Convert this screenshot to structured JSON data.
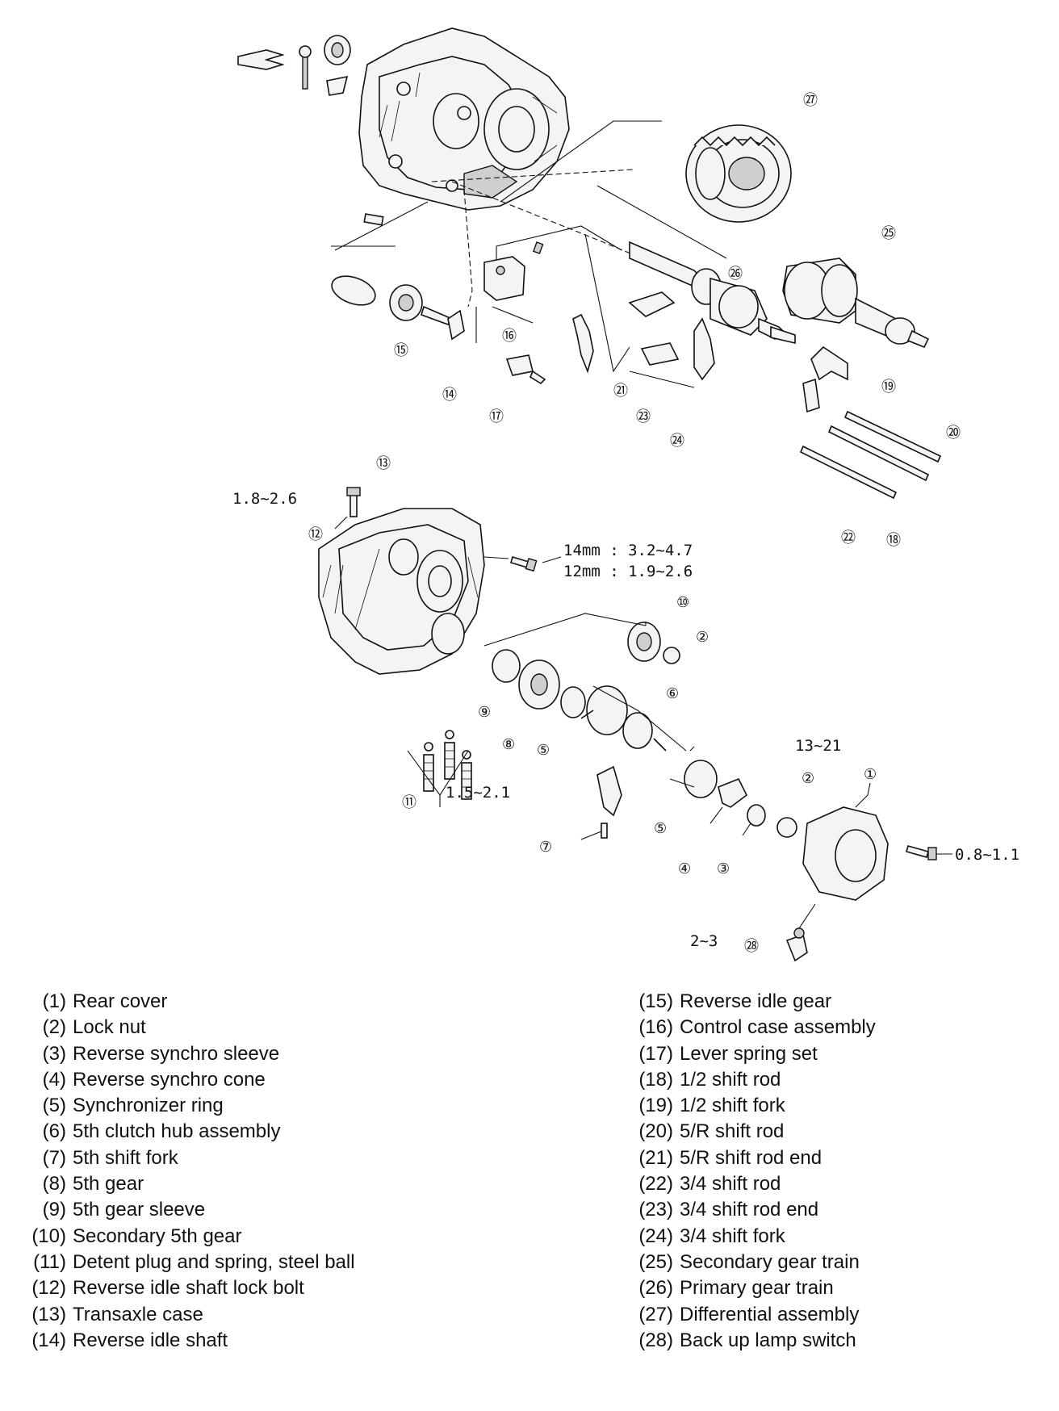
{
  "callouts": {
    "c1": "①",
    "c2a": "②",
    "c2b": "②",
    "c3": "③",
    "c4": "④",
    "c5a": "⑤",
    "c5b": "⑤",
    "c6": "⑥",
    "c7": "⑦",
    "c8": "⑧",
    "c9": "⑨",
    "c10": "⑩",
    "c11": "⑪",
    "c12": "⑫",
    "c13": "⑬",
    "c14": "⑭",
    "c15": "⑮",
    "c16": "⑯",
    "c17": "⑰",
    "c18": "⑱",
    "c19": "⑲",
    "c20": "⑳",
    "c21": "㉑",
    "c22": "㉒",
    "c23": "㉓",
    "c24": "㉔",
    "c25": "㉕",
    "c26": "㉖",
    "c27": "㉗",
    "c28": "㉘"
  },
  "torque": {
    "bolt12": "1.8~2.6",
    "case14": "14mm : 3.2~4.7",
    "case12": "12mm : 1.9~2.6",
    "detent": "1.5~2.1",
    "hub": "13~21",
    "cover": "0.8~1.1",
    "switch": "2~3"
  },
  "legend": {
    "left": [
      {
        "num": "(1)",
        "label": "Rear cover"
      },
      {
        "num": "(2)",
        "label": "Lock nut"
      },
      {
        "num": "(3)",
        "label": "Reverse synchro sleeve"
      },
      {
        "num": "(4)",
        "label": "Reverse synchro cone"
      },
      {
        "num": "(5)",
        "label": "Synchronizer ring"
      },
      {
        "num": "(6)",
        "label": "5th clutch hub assembly"
      },
      {
        "num": "(7)",
        "label": "5th shift fork"
      },
      {
        "num": "(8)",
        "label": "5th gear"
      },
      {
        "num": "(9)",
        "label": "5th gear sleeve"
      },
      {
        "num": "(10)",
        "label": "Secondary 5th gear"
      },
      {
        "num": "(11)",
        "label": "Detent plug and spring, steel ball"
      },
      {
        "num": "(12)",
        "label": "Reverse idle shaft lock bolt"
      },
      {
        "num": "(13)",
        "label": "Transaxle case"
      },
      {
        "num": "(14)",
        "label": "Reverse idle shaft"
      }
    ],
    "right": [
      {
        "num": "(15)",
        "label": "Reverse idle gear"
      },
      {
        "num": "(16)",
        "label": "Control case assembly"
      },
      {
        "num": "(17)",
        "label": "Lever spring set"
      },
      {
        "num": "(18)",
        "label": "1/2 shift rod"
      },
      {
        "num": "(19)",
        "label": "1/2 shift fork"
      },
      {
        "num": "(20)",
        "label": "5/R shift rod"
      },
      {
        "num": "(21)",
        "label": "5/R shift rod end"
      },
      {
        "num": "(22)",
        "label": "3/4 shift rod"
      },
      {
        "num": "(23)",
        "label": "3/4 shift rod end"
      },
      {
        "num": "(24)",
        "label": "3/4 shift fork"
      },
      {
        "num": "(25)",
        "label": "Secondary gear train"
      },
      {
        "num": "(26)",
        "label": "Primary gear train"
      },
      {
        "num": "(27)",
        "label": "Differential assembly"
      },
      {
        "num": "(28)",
        "label": "Back up lamp switch"
      }
    ]
  }
}
